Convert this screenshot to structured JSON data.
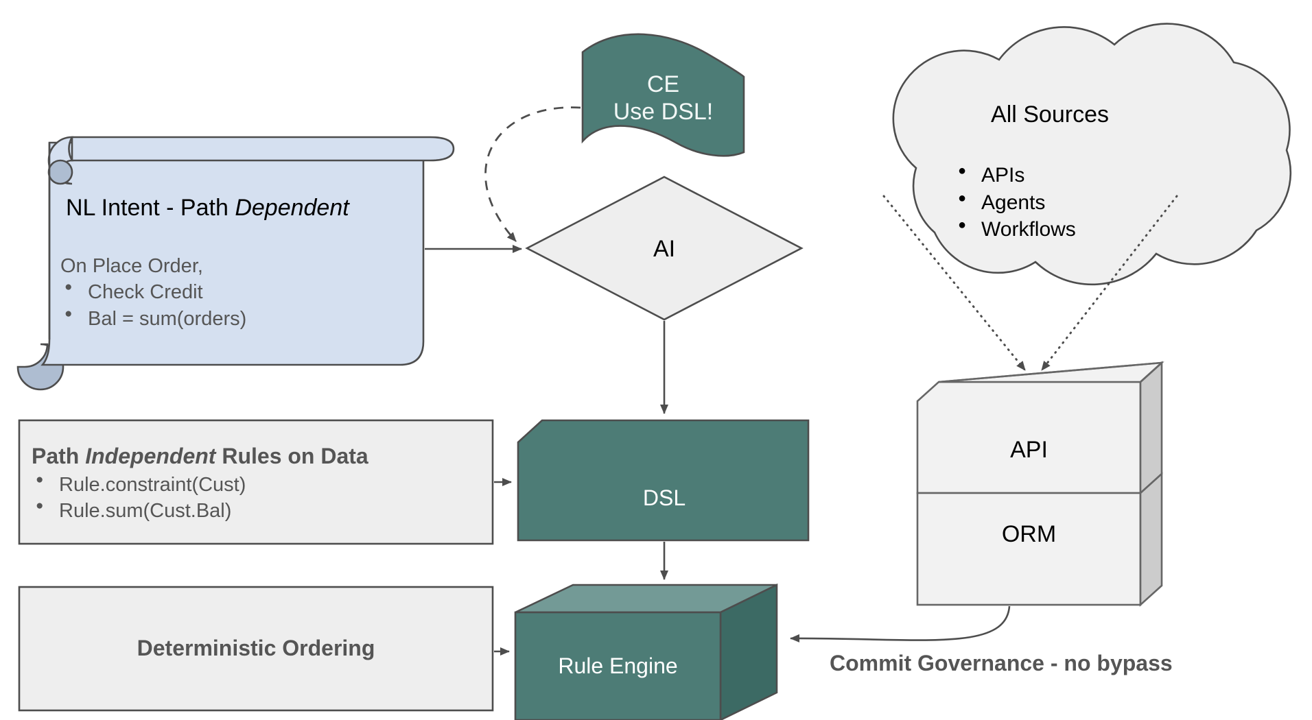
{
  "diagram": {
    "background": "#ffffff",
    "colors": {
      "teal": "#4d7c76",
      "teal_top": "#739a96",
      "teal_side": "#3c6a64",
      "light_gray": "#eeeeee",
      "scroll_blue": "#d5e0f0",
      "scroll_roll": "#aebdd1",
      "stroke": "#4d4d4d",
      "text_gray": "#555555",
      "text_black": "#000000",
      "cube_side": "#cccccc"
    },
    "nodes": {
      "scroll": {
        "title_prefix": "NL Intent - Path ",
        "title_emphasis": "Dependent",
        "body_lead": "On Place Order,",
        "bullets": [
          "Check Credit",
          "Bal = sum(orders)"
        ]
      },
      "flag": {
        "line1": "CE",
        "line2": "Use DSL!"
      },
      "ai": {
        "label": "AI"
      },
      "cloud": {
        "title": "All Sources",
        "bullets": [
          "APIs",
          "Agents",
          "Workflows"
        ]
      },
      "rules_box": {
        "title_prefix": "Path ",
        "title_emphasis": "Independent",
        "title_suffix": " Rules on Data",
        "bullets": [
          "Rule.constraint(Cust)",
          "Rule.sum(Cust.Bal)"
        ]
      },
      "ordering_box": {
        "label": "Deterministic Ordering"
      },
      "dsl": {
        "label": "DSL"
      },
      "rule_engine": {
        "label": "Rule Engine"
      },
      "api_cube": {
        "label": "API"
      },
      "orm_cube": {
        "label": "ORM"
      }
    },
    "edges": {
      "governance_label": "Commit Governance - no bypass",
      "scroll_to_ai": "solid-arrow",
      "flag_to_ai": "dashed-arrow",
      "ai_to_dsl": "solid-arrow",
      "rules_to_dsl": "solid-arrow",
      "dsl_to_rule_engine": "solid-arrow",
      "ordering_to_rule_engine": "solid-arrow",
      "cloud_to_api_left": "dotted-arrow",
      "cloud_to_api_right": "dotted-arrow",
      "orm_to_rule_engine": "curved-arrow"
    }
  }
}
